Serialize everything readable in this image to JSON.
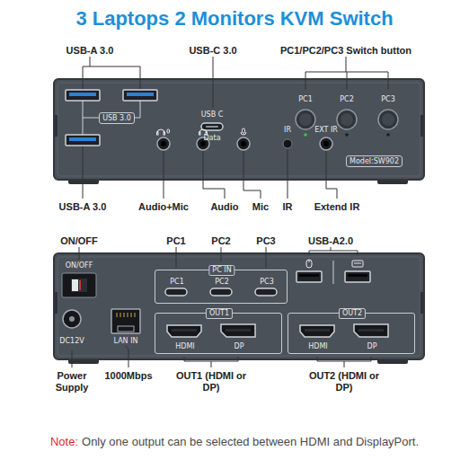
{
  "diagram": {
    "title": "3 Laptops 2 Monitors KVM Switch",
    "nodes": [
      {
        "text": [
          "USB 3.0"
        ]
      },
      {
        "text": [
          "Model:SW902"
        ]
      },
      {
        "text": [
          "PC IN",
          "PC1",
          "PC2",
          "PC3"
        ]
      },
      {
        "text": [
          "OUT1",
          "HDMI",
          "DP"
        ]
      },
      {
        "text": [
          "OUT2",
          "HDMI",
          "DP"
        ]
      }
    ],
    "labels": [
      "USB-A 3.0",
      "USB-C 3.0",
      "PC1/PC2/PC3 Switch button",
      "USB C",
      "Data",
      "PC1",
      "PC2",
      "PC3",
      "EXT IR",
      "IR",
      "USB-A 3.0",
      "Audio+Mic",
      "Audio",
      "Mic",
      "IR",
      "Extend IR",
      "ON/OFF",
      "PC1",
      "PC2",
      "PC3",
      "USB-A2.0",
      "ON/OFF",
      "DC12V",
      "LAN IN",
      "Power Supply",
      "1000Mbps",
      "OUT1 (HDMI or DP)",
      "OUT2 (HDMI or DP)",
      "Note:",
      "Only one output can be selected between HDMI and DisplayPort."
    ]
  }
}
